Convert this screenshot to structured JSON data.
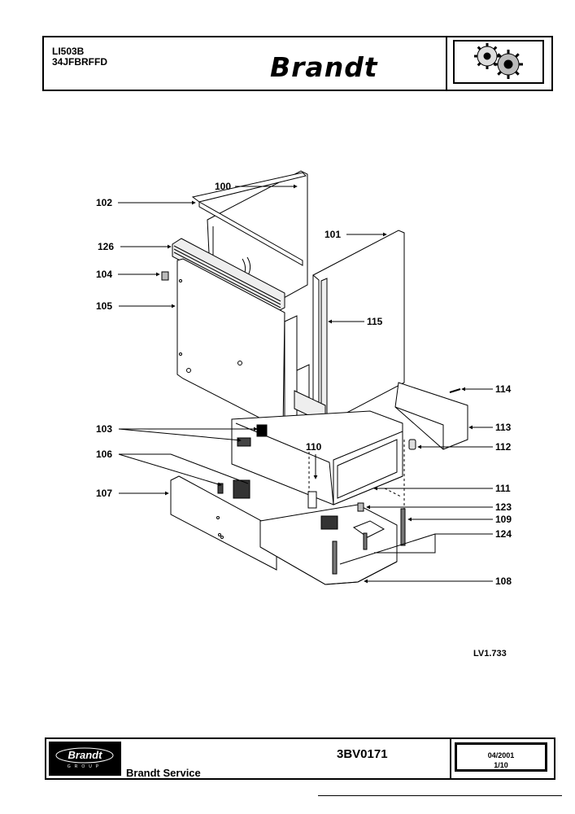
{
  "header": {
    "model_line1": "LI503B",
    "model_line2": "34JFBRFFD",
    "brand": "Brandt"
  },
  "diagram": {
    "reference": "LV1.733",
    "callouts": [
      "100",
      "101",
      "102",
      "126",
      "104",
      "105",
      "115",
      "114",
      "113",
      "103",
      "106",
      "110",
      "112",
      "107",
      "111",
      "123",
      "109",
      "124",
      "108"
    ]
  },
  "footer": {
    "logo_text": "Brandt",
    "logo_subtext": "GROUP",
    "service": "Brandt Service",
    "doc_number": "3BV0171",
    "date": "04/2001",
    "page": "1/10"
  },
  "colors": {
    "ink": "#000000",
    "paper": "#ffffff"
  }
}
